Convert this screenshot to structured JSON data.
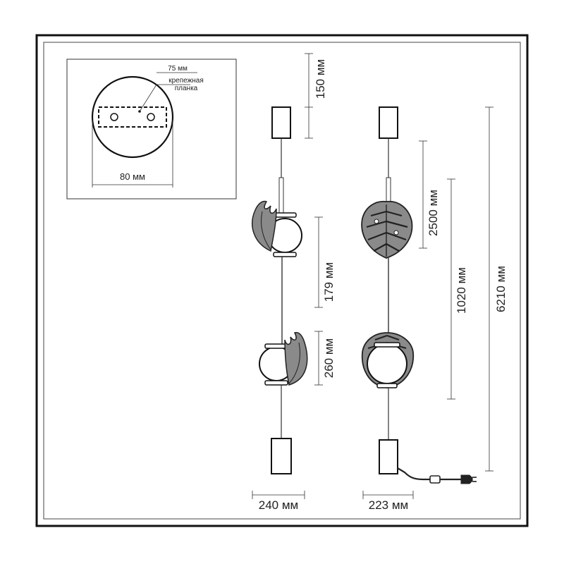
{
  "mount": {
    "label_75": "75 мм",
    "label_bracket_1": "крепежная",
    "label_bracket_2": "планка",
    "label_80": "80 мм"
  },
  "dimensions": {
    "d150": "150 мм",
    "d179": "179 мм",
    "d260": "260 мм",
    "d2500": "2500 мм",
    "d1020": "1020 мм",
    "d6210": "6210 мм",
    "d240": "240 мм",
    "d223": "223 мм"
  },
  "colors": {
    "line": "#333333",
    "frame": "#111111",
    "leaf_fill": "#8a8a8a",
    "leaf_dark": "#2b2b2b"
  }
}
